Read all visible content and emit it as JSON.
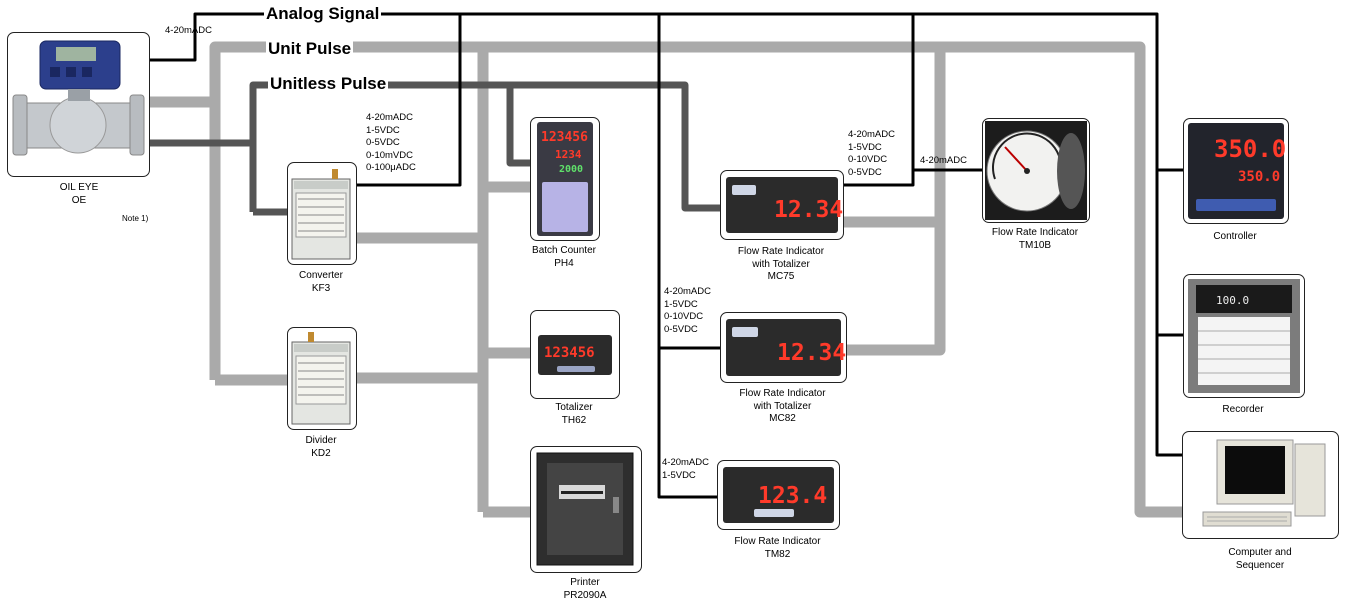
{
  "buses": {
    "analog": "Analog Signal",
    "unit_pulse": "Unit Pulse",
    "unitless_pulse": "Unitless Pulse"
  },
  "signals": {
    "oe_out": [
      "4-20mADC"
    ],
    "kf3_out": [
      "4-20mADC",
      "1-5VDC",
      "0-5VDC",
      "0-10mVDC",
      "0-100μADC"
    ],
    "mc75_out": [
      "4-20mADC",
      "1-5VDC",
      "0-10VDC",
      "0-5VDC"
    ],
    "tm10b_in": [
      "4-20mADC"
    ],
    "mc82_out": [
      "4-20mADC",
      "1-5VDC",
      "0-10VDC",
      "0-5VDC"
    ],
    "tm82_out": [
      "4-20mADC",
      "1-5VDC"
    ]
  },
  "note": "Note 1)",
  "devices": {
    "oe": [
      "OIL EYE",
      "OE"
    ],
    "kf3": [
      "Converter",
      "KF3"
    ],
    "kd2": [
      "Divider",
      "KD2"
    ],
    "ph4": [
      "Batch Counter",
      "PH4"
    ],
    "th62": [
      "Totalizer",
      "TH62"
    ],
    "pr2090a": [
      "Printer",
      "PR2090A"
    ],
    "mc75": [
      "Flow Rate Indicator",
      "with Totalizer",
      "MC75"
    ],
    "mc82": [
      "Flow Rate Indicator",
      "with  Totalizer",
      "MC82"
    ],
    "tm82": [
      "Flow Rate Indicator",
      "TM82"
    ],
    "tm10b": [
      "Flow Rate Indicator",
      "TM10B"
    ],
    "controller": [
      "Controller"
    ],
    "recorder": [
      "Recorder"
    ],
    "computer": [
      "Computer and",
      "Sequencer"
    ]
  },
  "displays": {
    "ph4": [
      "123456",
      "1234",
      "2000"
    ],
    "th62": "123456",
    "mc75": "12.34",
    "mc82": "12.34",
    "tm82": "123.4",
    "controller": [
      "350.0",
      "350.0"
    ],
    "recorder": "100.0"
  },
  "colors": {
    "pulse_line": "#aaaaaa",
    "unitless_line": "#555555",
    "analog_line": "#000000",
    "led": "#ff3a2a"
  }
}
